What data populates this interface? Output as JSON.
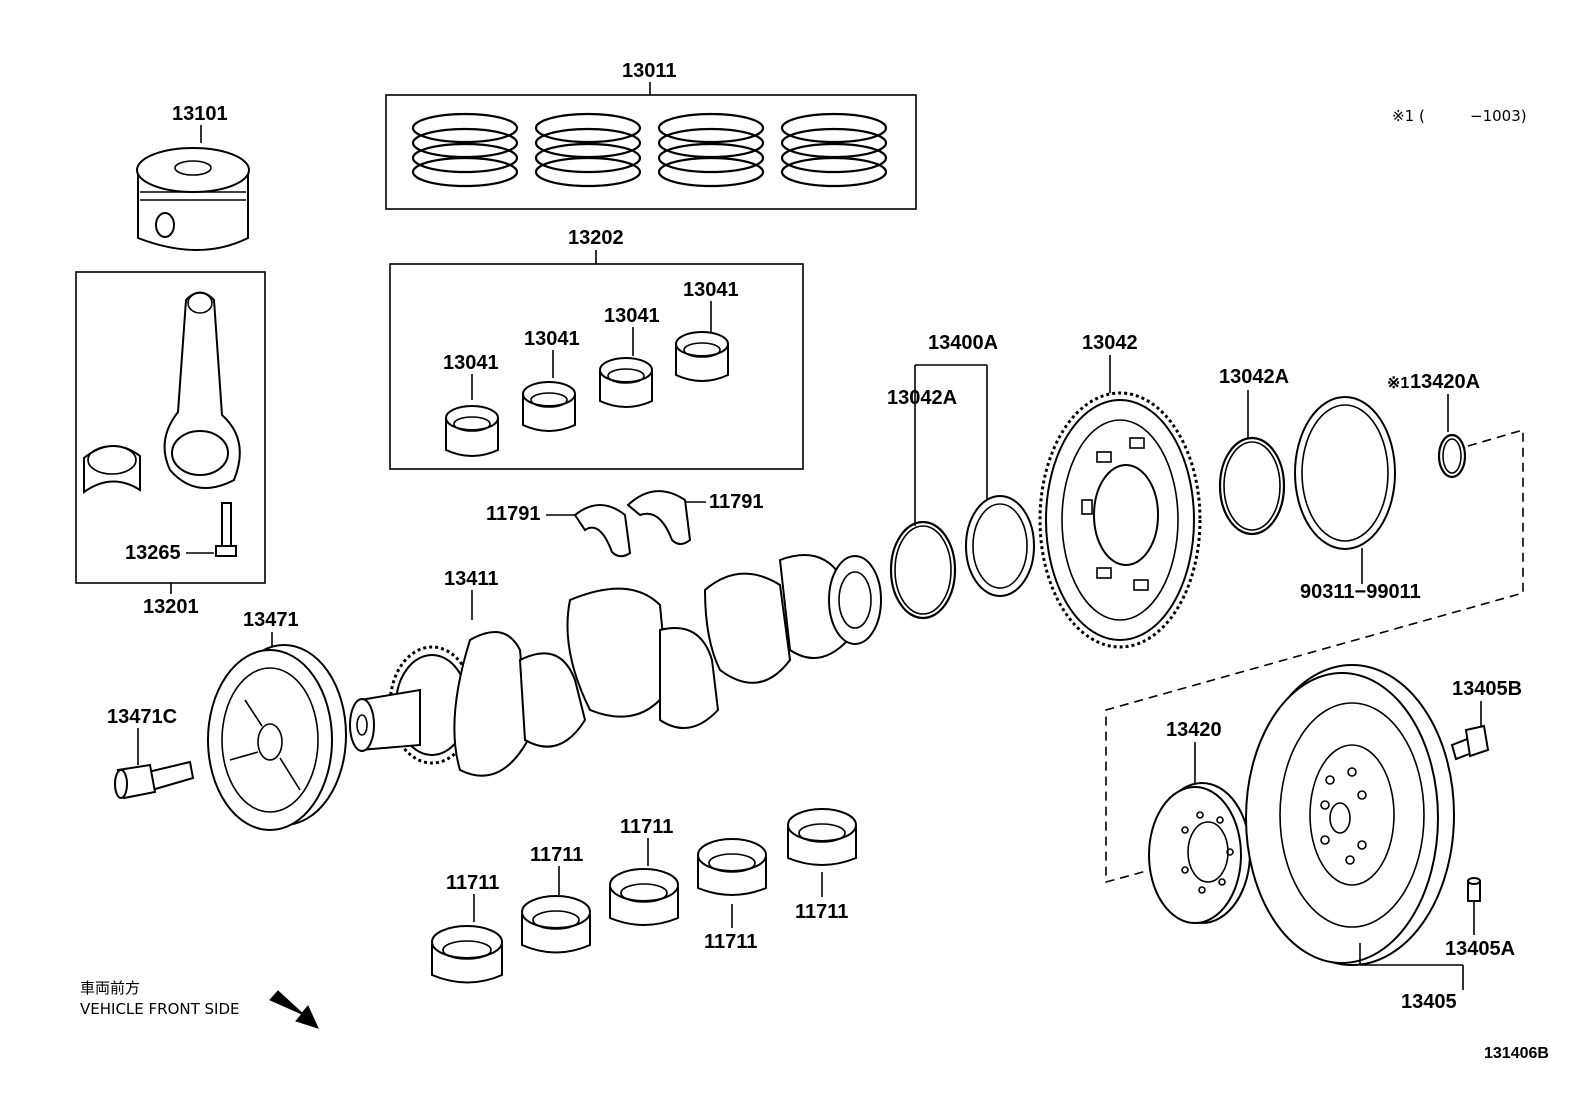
{
  "labels": {
    "p13011": "13011",
    "p13101": "13101",
    "p13202": "13202",
    "p13041_a": "13041",
    "p13041_b": "13041",
    "p13041_c": "13041",
    "p13041_d": "13041",
    "p13265": "13265",
    "p13201": "13201",
    "p11791_left": "11791",
    "p11791_right": "11791",
    "p13411": "13411",
    "p13471": "13471",
    "p13471C": "13471C",
    "p13400A": "13400A",
    "p13042A_left": "13042A",
    "p13042": "13042",
    "p13042A_right": "13042A",
    "p13420A": "13420A",
    "p13420A_mark": "※1",
    "p90311": "90311−99011",
    "p13405B": "13405B",
    "p13420": "13420",
    "p13405A": "13405A",
    "p13405": "13405",
    "p11711_a": "11711",
    "p11711_b": "11711",
    "p11711_c": "11711",
    "p11711_d": "11711",
    "p11711_e": "11711"
  },
  "note": {
    "marker": "※1",
    "open": "(",
    "range": "−1003)"
  },
  "direction": {
    "jp": "車両前方",
    "en": "VEHICLE FRONT SIDE"
  },
  "figure_id": "131406B"
}
